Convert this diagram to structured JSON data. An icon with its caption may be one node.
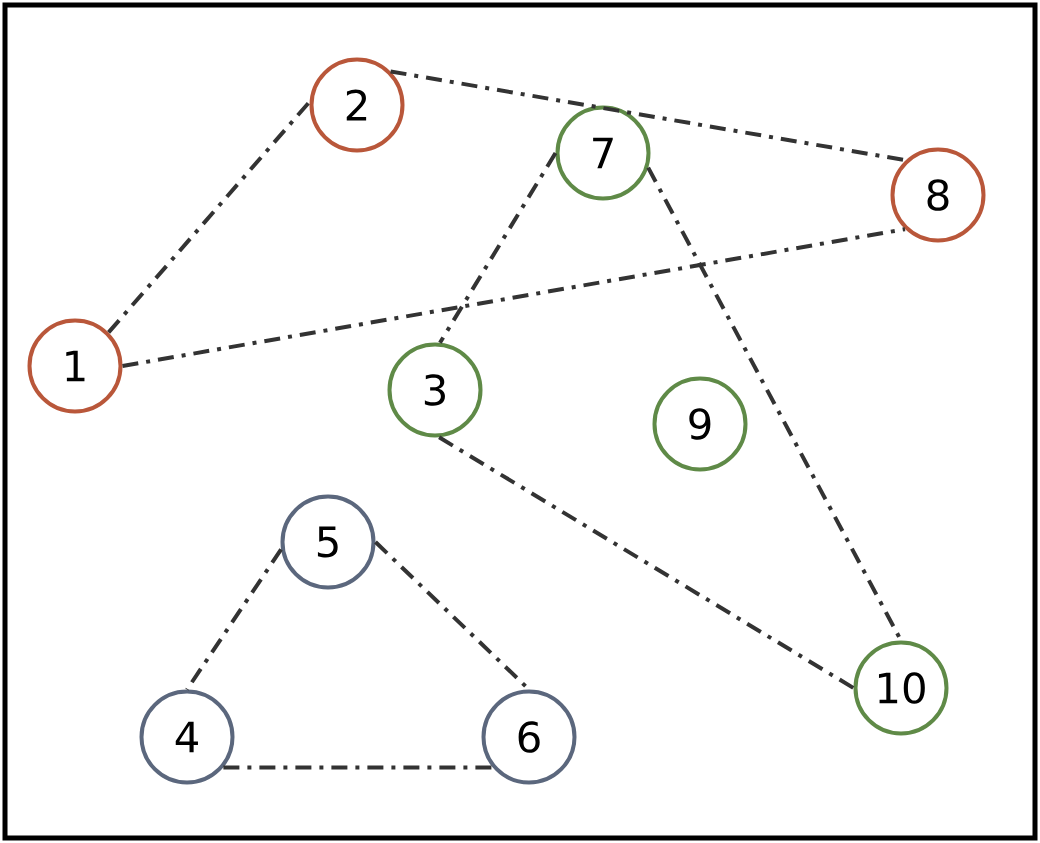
{
  "diagram": {
    "nodes": [
      {
        "text": [
          "1"
        ]
      },
      {
        "text": [
          "2"
        ]
      },
      {
        "text": [
          "3"
        ]
      },
      {
        "text": [
          "4"
        ]
      },
      {
        "text": [
          "5"
        ]
      },
      {
        "text": [
          "6"
        ]
      },
      {
        "text": [
          "7"
        ]
      },
      {
        "text": [
          "8"
        ]
      },
      {
        "text": [
          "9"
        ]
      },
      {
        "text": [
          "10"
        ]
      }
    ],
    "edges": [
      {
        "from": 0,
        "to": 1,
        "arrow": "none"
      },
      {
        "from": 1,
        "to": 7,
        "arrow": "none"
      },
      {
        "from": 0,
        "to": 7,
        "arrow": "none"
      },
      {
        "from": 6,
        "to": 2,
        "arrow": "none"
      },
      {
        "from": 6,
        "to": 9,
        "arrow": "none"
      },
      {
        "from": 2,
        "to": 9,
        "arrow": "none"
      },
      {
        "from": 4,
        "to": 3,
        "arrow": "none"
      },
      {
        "from": 4,
        "to": 5,
        "arrow": "none"
      },
      {
        "from": 3,
        "to": 5,
        "arrow": "none"
      }
    ]
  }
}
